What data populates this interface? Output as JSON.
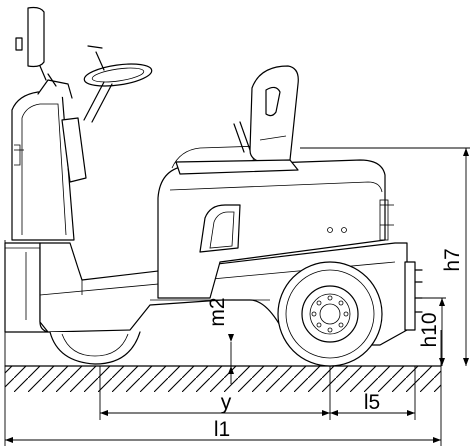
{
  "dimensions": {
    "h7": "h7",
    "h10": "h10",
    "m2": "m2",
    "y": "y",
    "l5": "l5",
    "l1": "l1"
  }
}
